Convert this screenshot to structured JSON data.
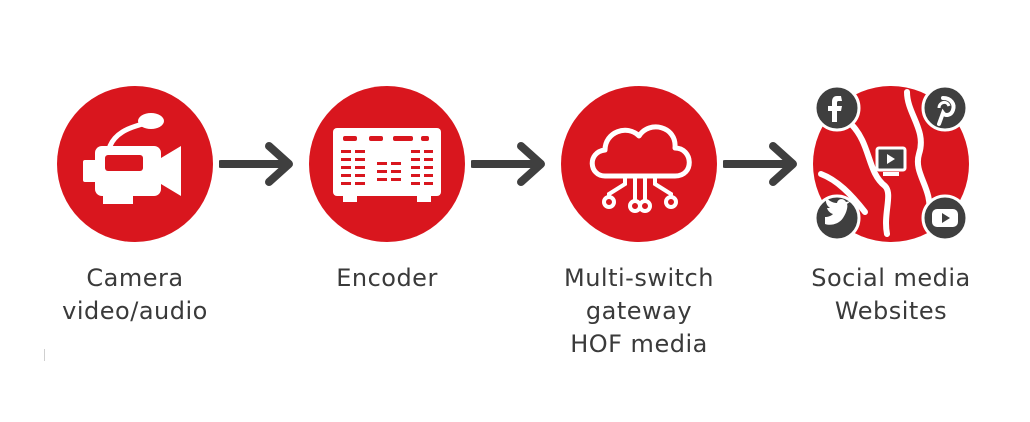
{
  "colors": {
    "brand_red": "#d9161e",
    "arrow_gray": "#3f3f3f",
    "label_gray": "#3a3a3a",
    "white": "#ffffff"
  },
  "steps": [
    {
      "icon": "video-camera-icon",
      "label_lines": [
        "Camera",
        "video/audio"
      ]
    },
    {
      "icon": "encoder-device-icon",
      "label_lines": [
        "Encoder"
      ]
    },
    {
      "icon": "cloud-network-icon",
      "label_lines": [
        "Multi-switch",
        "gateway",
        "HOF media"
      ]
    },
    {
      "icon": "globe-social-icon",
      "label_lines": [
        "Social media",
        "Websites"
      ]
    }
  ],
  "social_badges": [
    {
      "icon": "facebook-icon",
      "glyph": "f"
    },
    {
      "icon": "pinterest-icon",
      "glyph": "p"
    },
    {
      "icon": "twitter-icon"
    },
    {
      "icon": "youtube-icon"
    }
  ],
  "connectors": [
    "arrow-right-icon",
    "arrow-right-icon",
    "arrow-right-icon"
  ]
}
